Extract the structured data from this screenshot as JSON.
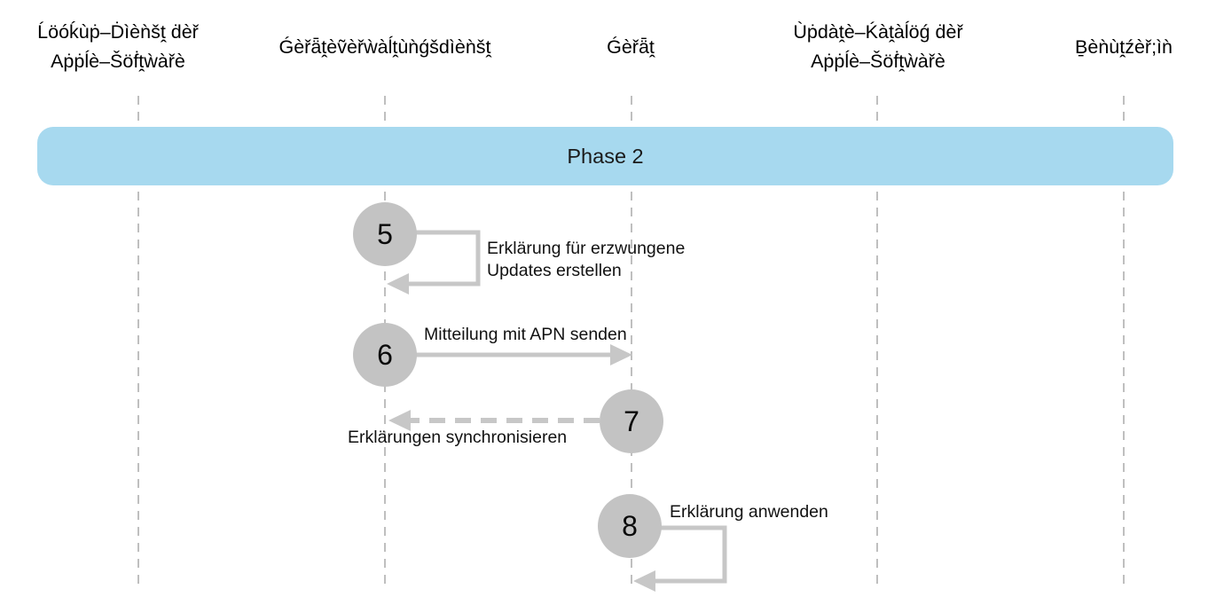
{
  "diagram": {
    "phase_label": "Phase 2",
    "lanes": [
      {
        "label": "Ĺöóḱùṗ–Ḋìèǹšṱ ḋèř\nAṗṗĺè–Šöḟṱẁàřè"
      },
      {
        "label": "Ǵèřǟṱèṽèřẁàĺṱùǹǵšdìèǹšṱ"
      },
      {
        "label": "Ǵèřǟṱ"
      },
      {
        "label": "Ùṗdàṱè–Ḱàṱàĺöǵ ḋèř\nAṗṗĺè–Šöḟṱẁàřè"
      },
      {
        "label": "Ḇèǹùṱźèř;ìǹ"
      }
    ],
    "steps": [
      {
        "number": "5",
        "label": "Erklärung für erzwungene\nUpdates erstellen",
        "arrow": "self-loop"
      },
      {
        "number": "6",
        "label": "Mitteilung mit APN senden",
        "arrow": "solid-right"
      },
      {
        "number": "7",
        "label": "Erklärungen synchronisieren",
        "arrow": "dashed-left"
      },
      {
        "number": "8",
        "label": "Erklärung anwenden",
        "arrow": "self-loop"
      }
    ],
    "colors": {
      "banner-bg": "#a7d9ef",
      "circle-bg": "#c3c3c3",
      "arrow": "#c7c7c7",
      "lifeline": "#aaaaaa"
    }
  }
}
